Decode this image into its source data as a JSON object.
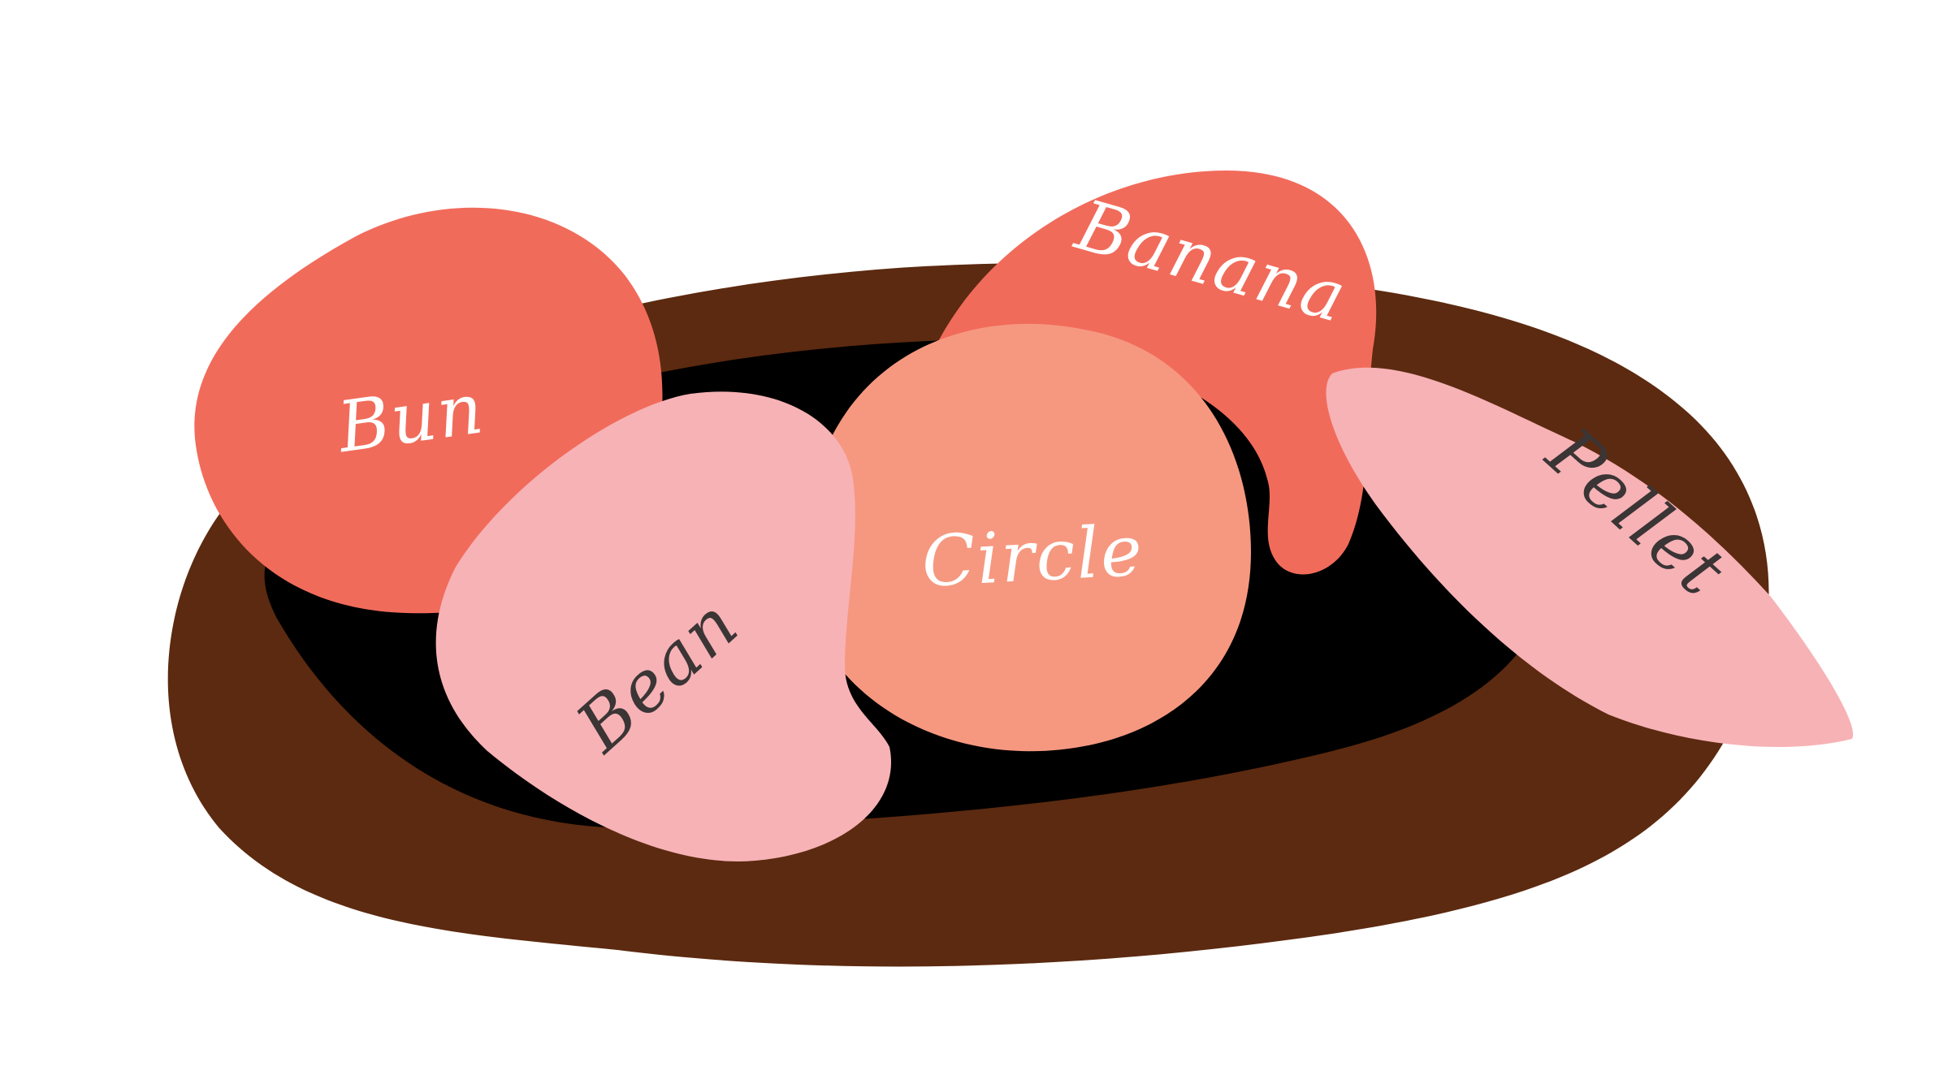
{
  "colors": {
    "background": "#ffffff",
    "bowl_rim": "#5c2a10",
    "bowl_inside": "#000000",
    "coral": "#f16b5b",
    "pink": "#f7b2b6",
    "salmon": "#f69880",
    "light_text": "#ffffff",
    "dark_text": "#3b3535"
  },
  "shapes": {
    "bun": {
      "label": "Bun",
      "color": "coral",
      "text_color": "light"
    },
    "banana": {
      "label": "Banana",
      "color": "coral",
      "text_color": "light"
    },
    "bean": {
      "label": "Bean",
      "color": "pink",
      "text_color": "dark"
    },
    "circle": {
      "label": "Circle",
      "color": "salmon",
      "text_color": "light"
    },
    "pellet": {
      "label": "Pellet",
      "color": "pink",
      "text_color": "dark"
    }
  }
}
